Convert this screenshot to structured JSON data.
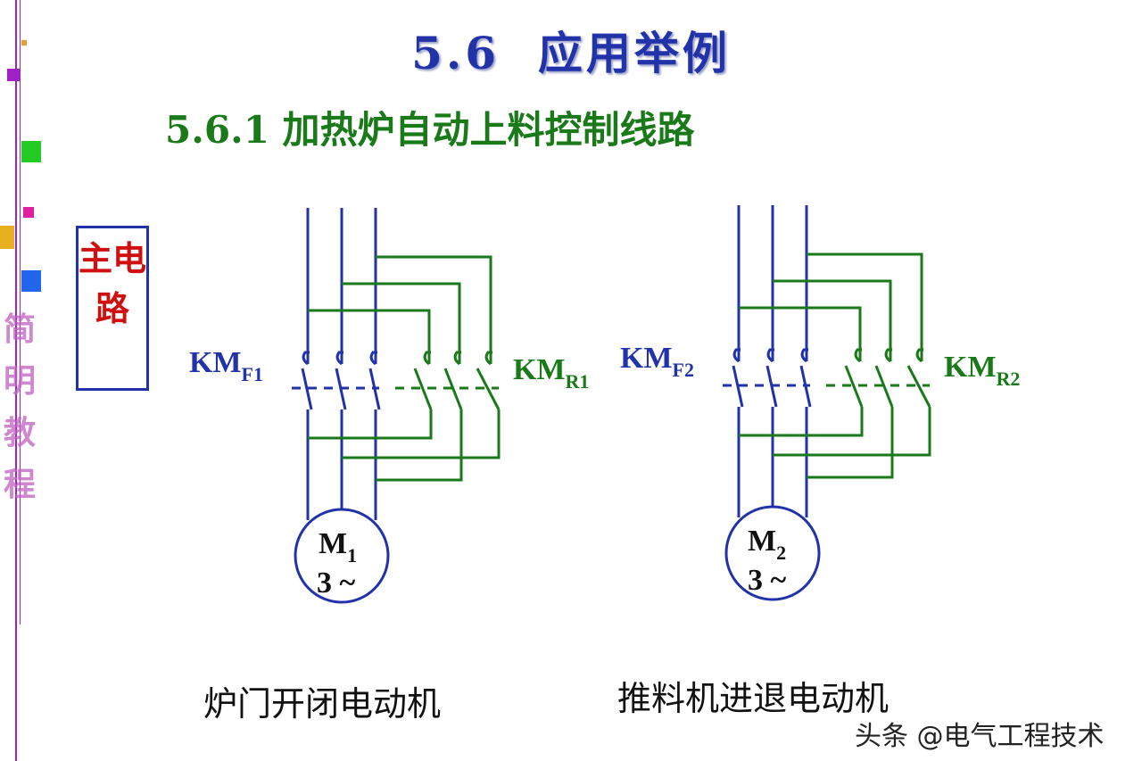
{
  "heading": {
    "section": "5.6",
    "title": "应用举例"
  },
  "subheading": "5.6.1  加热炉自动上料控制线路",
  "main_circuit_label": "主电路",
  "side_label": "简明教程",
  "circuits": [
    {
      "forward_contactor": {
        "base": "KM",
        "sub": "F1"
      },
      "reverse_contactor": {
        "base": "KM",
        "sub": "R1"
      },
      "motor": {
        "base": "M",
        "sub": "1",
        "phase": "3 ~"
      },
      "caption": "炉门开闭电动机"
    },
    {
      "forward_contactor": {
        "base": "KM",
        "sub": "F2"
      },
      "reverse_contactor": {
        "base": "KM",
        "sub": "R2"
      },
      "motor": {
        "base": "M",
        "sub": "2",
        "phase": "3 ~"
      },
      "caption": "推料机进退电动机"
    }
  ],
  "watermark": "头条 @电气工程技术",
  "colors": {
    "phase_line": "#2233aa",
    "reverse_line": "#1a7a1a",
    "heading": "#2233aa",
    "subheading": "#1a7a1a",
    "label_red": "#d01010"
  }
}
